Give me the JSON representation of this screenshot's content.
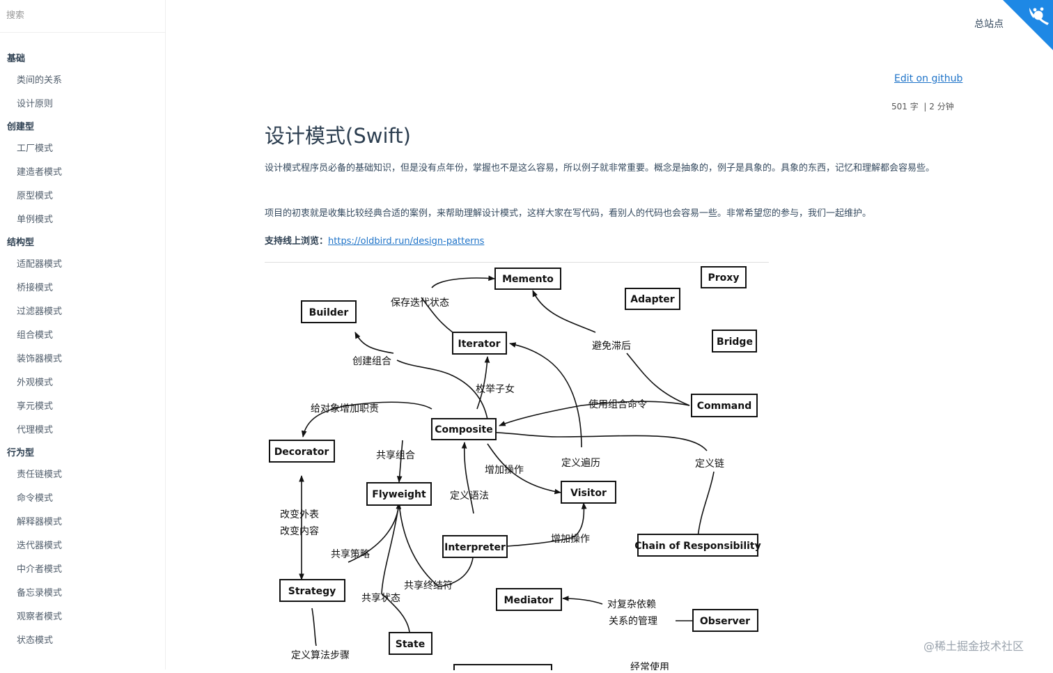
{
  "search": {
    "placeholder": "搜索"
  },
  "sidebar": {
    "groups": [
      {
        "title": "基础",
        "items": [
          "类间的关系",
          "设计原则"
        ]
      },
      {
        "title": "创建型",
        "items": [
          "工厂模式",
          "建造者模式",
          "原型模式",
          "单例模式"
        ]
      },
      {
        "title": "结构型",
        "items": [
          "适配器模式",
          "桥接模式",
          "过滤器模式",
          "组合模式",
          "装饰器模式",
          "外观模式",
          "享元模式",
          "代理模式"
        ]
      },
      {
        "title": "行为型",
        "items": [
          "责任链模式",
          "命令模式",
          "解释器模式",
          "迭代器模式",
          "中介者模式",
          "备忘录模式",
          "观察者模式",
          "状态模式"
        ]
      }
    ]
  },
  "header": {
    "site_link": "总站点",
    "edit_link": "Edit on github",
    "word_count": "501 字",
    "separator": "|",
    "read_time": "2 分钟"
  },
  "article": {
    "title": "设计模式(Swift)",
    "para1": "设计模式程序员必备的基础知识，但是没有点年份，掌握也不是这么容易，所以例子就非常重要。概念是抽象的，例子是具象的。具象的东西，记忆和理解都会容易些。",
    "para2": "项目的初衷就是收集比较经典合适的案例，来帮助理解设计模式，这样大家在写代码，看别人的代码也会容易一些。非常希望您的参与，我们一起维护。",
    "online_label": "支持线上浏览：",
    "online_url": "https://oldbird.run/design-patterns"
  },
  "diagram": {
    "nodes": {
      "memento": "Memento",
      "proxy": "Proxy",
      "adapter": "Adapter",
      "builder": "Builder",
      "iterator": "Iterator",
      "bridge": "Bridge",
      "command": "Command",
      "composite": "Composite",
      "decorator": "Decorator",
      "flyweight": "Flyweight",
      "visitor": "Visitor",
      "interpreter": "Interpreter",
      "chain": "Chain of Responsibility",
      "strategy": "Strategy",
      "mediator": "Mediator",
      "observer": "Observer",
      "state": "State"
    },
    "edges": {
      "save_iter_state": "保存迭代状态",
      "avoid_lag": "避免滞后",
      "create_composite": "创建组合",
      "enumerate_children": "枚举子女",
      "use_composite_cmd": "使用组合命令",
      "add_duty": "给对象增加职责",
      "share_composite": "共享组合",
      "add_operation": "增加操作",
      "define_traversal": "定义遍历",
      "define_chain": "定义链",
      "define_grammar": "定义语法",
      "change_skin": "改变外表",
      "change_content": "改变内容",
      "share_strategy": "共享策略",
      "add_operation2": "增加操作",
      "share_terminal": "共享终结符",
      "share_state": "共享状态",
      "complex_dep_1": "对复杂依赖",
      "complex_dep_2": "关系的管理",
      "define_algo_steps": "定义算法步骤",
      "often_used": "经常使用"
    }
  },
  "watermark": "@稀土掘金技术社区"
}
